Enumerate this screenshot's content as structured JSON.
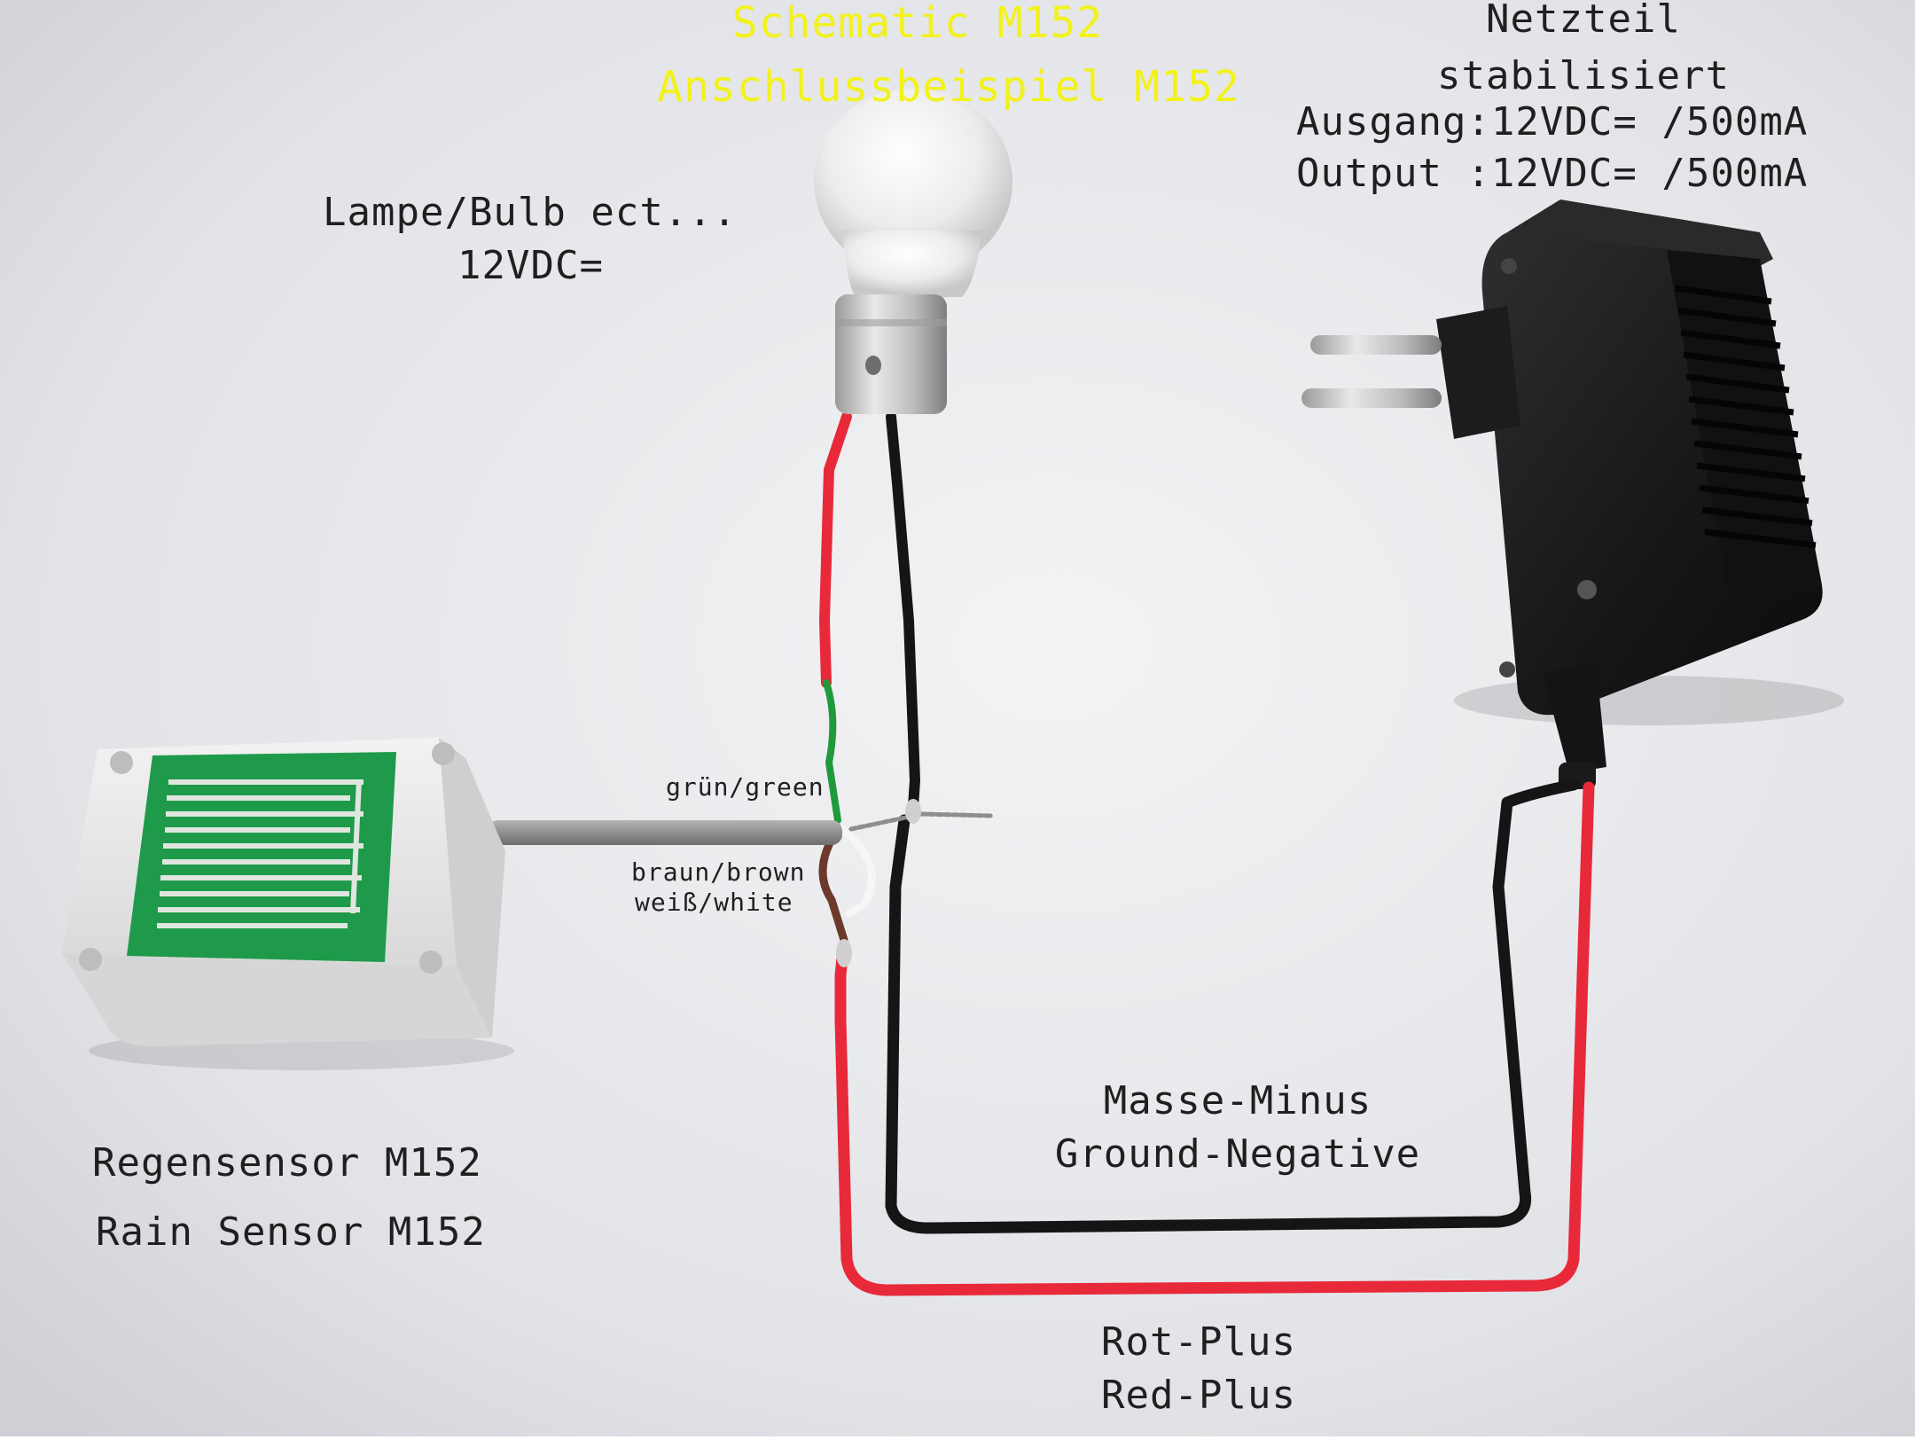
{
  "labels": {
    "title_1": "Schematic M152",
    "title_2": "Anschlussbeispiel M152",
    "psu_1": "Netzteil",
    "psu_2": "stabilisiert",
    "psu_3": "Ausgang:12VDC= /500mA",
    "psu_4": "Output :12VDC= /500mA",
    "lamp_1": "Lampe/Bulb ect...",
    "lamp_2": "12VDC=",
    "wire_green": "grün/green",
    "wire_brown": "braun/brown",
    "wire_white": "weiß/white",
    "sensor_1": "Regensensor M152",
    "sensor_2": "Rain Sensor M152",
    "ground_1": "Masse-Minus",
    "ground_2": "Ground-Negative",
    "plus_1": "Rot-Plus",
    "plus_2": "Red-Plus"
  },
  "colors": {
    "title": "#f2f21a",
    "wire_red": "#e8293a",
    "wire_black": "#151515",
    "wire_green": "#1e9a3c",
    "wire_brown": "#6b3a2a",
    "pcb": "#1f9a4a",
    "housing": "#e6e6e6",
    "psu_body": "#1b1b1b"
  }
}
